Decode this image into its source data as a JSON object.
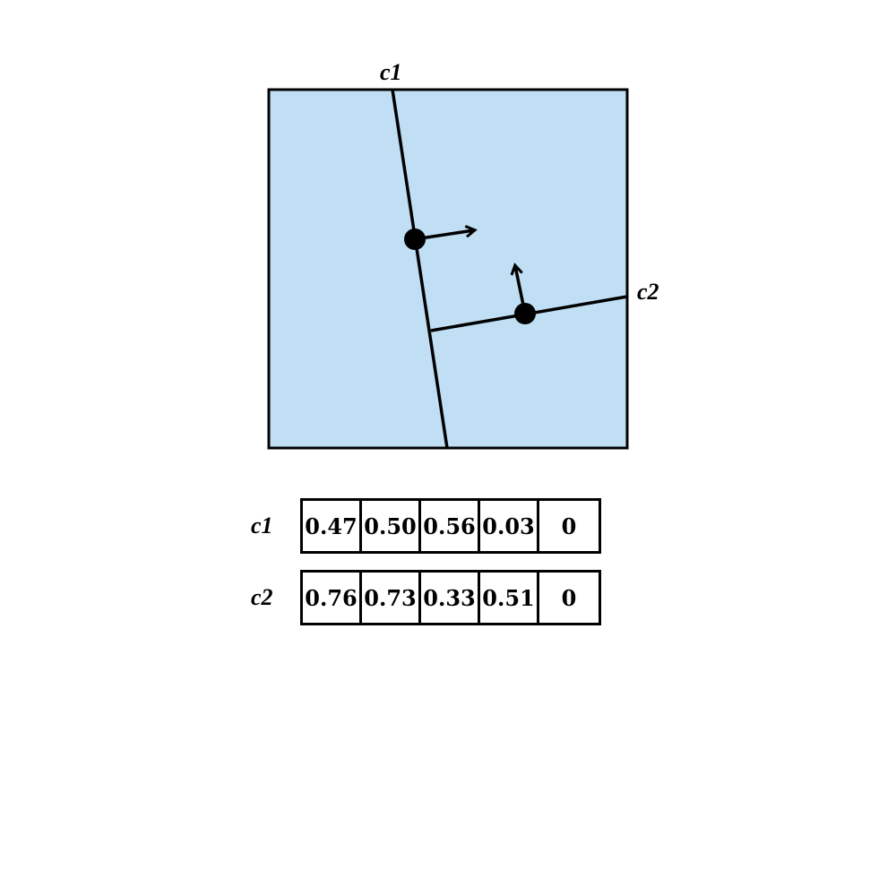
{
  "diagram": {
    "background_color": "#c0dff4",
    "cuts": [
      {
        "label": "c1"
      },
      {
        "label": "c2"
      }
    ]
  },
  "table": {
    "rows": [
      {
        "label": "c1",
        "values": [
          "0.47",
          "0.50",
          "0.56",
          "0.03",
          "0"
        ]
      },
      {
        "label": "c2",
        "values": [
          "0.76",
          "0.73",
          "0.33",
          "0.51",
          "0"
        ]
      }
    ]
  }
}
